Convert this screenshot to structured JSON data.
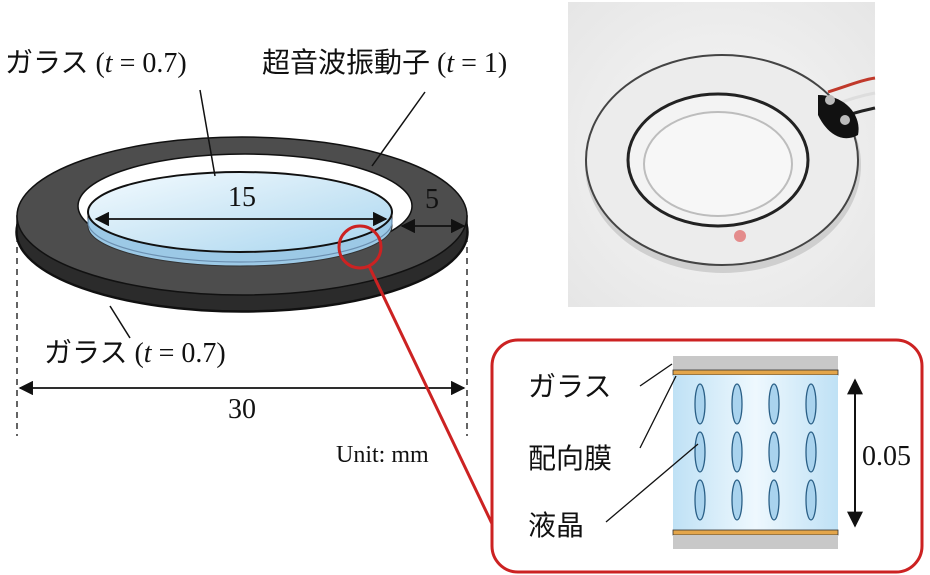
{
  "labels": {
    "glass_top": {
      "name": "ガラス",
      "open": " (",
      "var": "t",
      "value": " = 0.7)"
    },
    "transducer": {
      "name": "超音波振動子",
      "open": " (",
      "var": "t",
      "value": " = 1)"
    },
    "glass_bottom": {
      "name": "ガラス",
      "open": " (",
      "var": "t",
      "value": " = 0.7)"
    }
  },
  "dimensions": {
    "inner_diameter": "15",
    "ring_width": "5",
    "outer_diameter": "30",
    "gap": "0.05"
  },
  "unit_label": "Unit: mm",
  "inset": {
    "glass_label": "ガラス",
    "alignment_label": "配向膜",
    "liquid_crystal_label": "液晶"
  },
  "colors": {
    "ring_dark": "#4d4d4d",
    "ring_side": "#2b2b2b",
    "glass_fill": "#d6ecf7",
    "glass_blue": "#9cc9e6",
    "inset_border": "#cc2222",
    "alignment_orange": "#e3a54a",
    "lc_blue": "#cfe7f6",
    "molecule": "#a9d3ee",
    "glass_grey": "#c8c8c8"
  }
}
